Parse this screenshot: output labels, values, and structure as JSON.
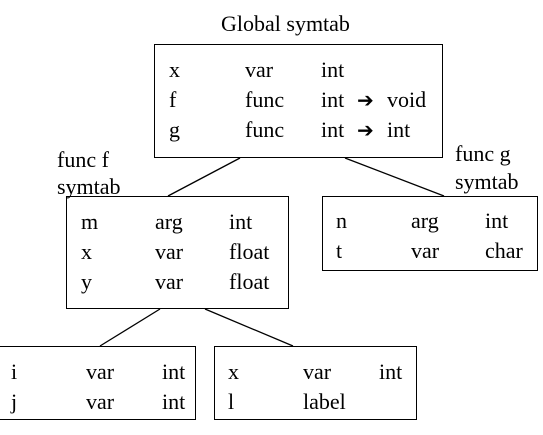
{
  "global": {
    "title": "Global symtab",
    "rows": [
      [
        "x",
        "var",
        "int",
        ""
      ],
      [
        "f",
        "func",
        "int",
        "void"
      ],
      [
        "g",
        "func",
        "int",
        "int"
      ]
    ],
    "arrow_symbol": "➔"
  },
  "f": {
    "title_line1": "func f",
    "title_line2": "symtab",
    "rows": [
      [
        "m",
        "arg",
        "int"
      ],
      [
        "x",
        "var",
        "float"
      ],
      [
        "y",
        "var",
        "float"
      ]
    ]
  },
  "g": {
    "title_line1": "func g",
    "title_line2": "symtab",
    "rows": [
      [
        "n",
        "arg",
        "int"
      ],
      [
        "t",
        "var",
        "char"
      ]
    ]
  },
  "block1": {
    "rows": [
      [
        "i",
        "var",
        "int"
      ],
      [
        "j",
        "var",
        "int"
      ]
    ]
  },
  "block2": {
    "rows": [
      [
        "x",
        "var",
        "int"
      ],
      [
        "l",
        "label",
        ""
      ]
    ]
  }
}
